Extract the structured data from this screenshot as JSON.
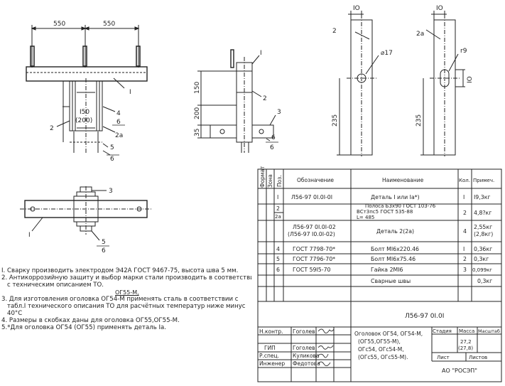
{
  "drawing": {
    "dim_top_left": "550",
    "dim_top_right": "550",
    "dim_vert_150": "150",
    "dim_vert_200": "200",
    "dim_vert_35": "35",
    "dim_i50": "I50",
    "dim_i200": "(200)",
    "dim_top_10a": "IO",
    "dim_top_10b": "IO",
    "dim_dia": "⌀17",
    "dim_r9": "r9",
    "dim_235a": "235",
    "dim_235b": "235",
    "dim_10_side": "IO",
    "labels": {
      "l_I_1": "I",
      "l_2_1": "2",
      "l_4": "4",
      "l_6a": "6",
      "l_2a_1": "2а",
      "l_5": "5",
      "l_6b": "6",
      "l_I_2": "I",
      "l_2_2": "2",
      "l_3_1": "3",
      "l_6c": "6",
      "l_6d": "6",
      "l_2_3": "2",
      "l_2a_2": "2а",
      "l_3_2": "3",
      "l_I_3": "I",
      "l_5b": "5",
      "l_6e": "6"
    }
  },
  "notes": {
    "n1": "I. Сварку производить электродом Э42А ГОСТ 9467-75, высота шва 5 мм.",
    "n2a": "2. Антикоррозийную защиту и выбор марки стали производить в соответствии",
    "n2b": "с техническим описанием ТО.",
    "n3_mark": "ОГ55-М,",
    "n3a": "3. Для изготовления оголовка ОГ54-М применять сталь в соответствии с",
    "n3b": "табл.I технического описания ТО для расчётных температур ниже минус",
    "n3c": "40°С",
    "n4": "4. Размеры в скобках даны для оголовка ОГ55,ОГ55-М.",
    "n5": "5.*Для оголовка ОГ54 (ОГ55) применять деталь Iа."
  },
  "spec": {
    "headers": {
      "format": "Формат",
      "zone": "Зона",
      "pos": "Поз.",
      "designation": "Обозначение",
      "name": "Наименование",
      "qty": "Кол.",
      "note": "Примеч."
    },
    "rows": [
      {
        "pos": "I",
        "designation": "Л56-97 0I.0I-0I",
        "name": "Деталь I или Iа*)",
        "qty": "I",
        "note": "I9,3кг"
      },
      {
        "pos": "2",
        "pos2": "2а",
        "designation": "",
        "name": "Полоса  Б3х90 ГОСТ 103-76",
        "name2": "ВСт3пс5 ГОСТ 535-88",
        "name3": "L= 485",
        "qty": "2",
        "note": "4,8?кг"
      },
      {
        "pos": "",
        "designation": "Л56-97 0I.0I-02",
        "designation2": "(Л56-97 I0.0I-02)",
        "name": "Деталь 2(2а)",
        "qty": "4",
        "note": "2,55кг",
        "note2": "(2,8кг)"
      },
      {
        "pos": "4",
        "designation": "ГОСТ 7798-70*",
        "name": "Болт МI6х220.46",
        "qty": "I",
        "note": "0,36кг"
      },
      {
        "pos": "5",
        "designation": "ГОСТ 7796-70*",
        "name": "Болт МI6х75.46",
        "qty": "2",
        "note": "0,3кг"
      },
      {
        "pos": "6",
        "designation": "ГОСТ 59I5-70",
        "name": "Гайка 2МI6",
        "qty": "3",
        "note": "0,099кг"
      },
      {
        "pos": "",
        "designation": "",
        "name": "Сварные швы",
        "qty": "",
        "note": "0,3кг"
      }
    ]
  },
  "titleblock": {
    "doc_number": "Л56-97 0I.0I",
    "role1": "Н.контр.",
    "person1": "Гоголев",
    "role2": "ГИП",
    "person2": "Гоголев",
    "role3": "Р.спец.",
    "person3": "Куликова",
    "role4": "Инженер",
    "person4": "Федотова",
    "title1": "Оголовок ОГ54, ОГ54-М,",
    "title2": "(ОГ55,ОГ55-М),",
    "title3": "ОГс54, ОГс54-М,",
    "title4": "(ОГс55, ОГс55-М).",
    "stage_label": "Стадия",
    "mass_label": "Масса",
    "scale_label": "Масштаб",
    "mass_value": "27,2",
    "mass_value2": "(27,8)",
    "sheet_label": "Лист",
    "sheets_label": "Листов",
    "org": "АО \"РОСЭП\""
  }
}
